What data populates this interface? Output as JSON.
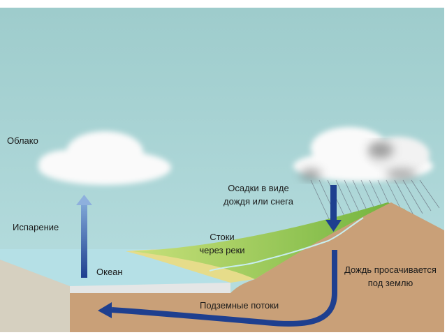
{
  "labels": {
    "cloud": "Облако",
    "evaporation": "Испарение",
    "ocean": "Океан",
    "runoff_line1": "Стоки",
    "runoff_line2": "через реки",
    "precipitation_line1": "Осадки в виде",
    "precipitation_line2": "дождя или снега",
    "infiltration_line1": "Дождь просачивается",
    "infiltration_line2": "под землю",
    "groundwater": "Подземные потоки"
  },
  "colors": {
    "sky": "#a6d2d3",
    "ocean": "#b5e0e6",
    "grass": "#8cc44a",
    "soil": "#c9a078",
    "arrow": "#1e3f8f"
  }
}
